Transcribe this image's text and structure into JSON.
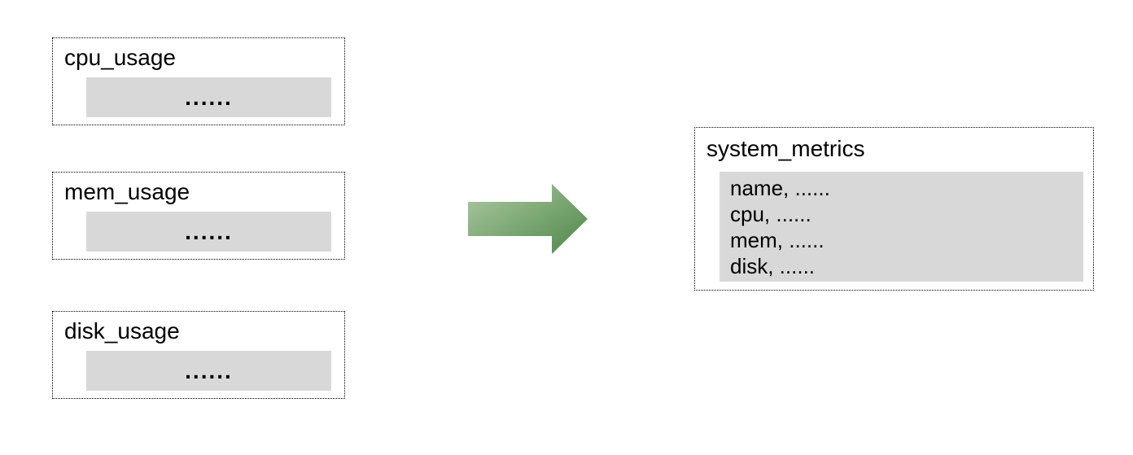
{
  "colors": {
    "background": "#ffffff",
    "box_fill": "#d8d8d8",
    "border": "#000000",
    "text": "#000000",
    "arrow_gradient_start": "#aecaa4",
    "arrow_gradient_end": "#4c8746"
  },
  "sources": [
    {
      "title": "cpu_usage",
      "body": "......"
    },
    {
      "title": "mem_usage",
      "body": "......"
    },
    {
      "title": "disk_usage",
      "body": "......"
    }
  ],
  "arrow": {
    "direction": "right"
  },
  "result": {
    "title": "system_metrics",
    "rows": [
      "name, ......",
      "cpu, ......",
      "mem, ......",
      "disk, ......"
    ]
  }
}
